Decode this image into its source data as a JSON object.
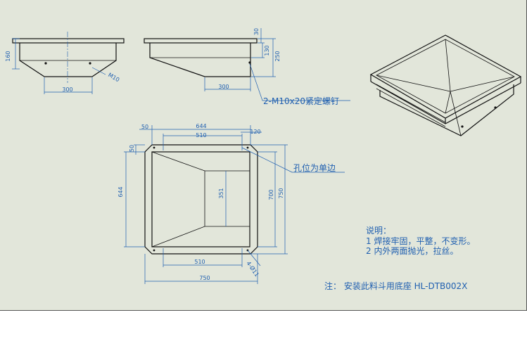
{
  "dims": {
    "front_height": "160",
    "front_width": "300",
    "front_thread": "M10",
    "side_flange": "30",
    "side_130": "130",
    "side_250": "250",
    "side_width": "300",
    "top_644_w": "644",
    "top_50_a": "50",
    "top_510_top": "510",
    "top_120": "120",
    "top_50_b": "50",
    "top_644_h": "644",
    "top_351": "351",
    "top_700": "700",
    "top_750_h": "750",
    "top_510_bottom": "510",
    "top_750_w": "750",
    "top_phi": "4-Ø11"
  },
  "callouts": {
    "screw": "2-M10x20紧定螺钉",
    "hole": "孔位为单边"
  },
  "notes": {
    "title": "说明：",
    "line1": "1 焊接牢固，平整，不变形。",
    "line2": "2 内外两面抛光，拉丝。",
    "install": "注：  安装此料斗用底座 HL-DTB002X"
  }
}
